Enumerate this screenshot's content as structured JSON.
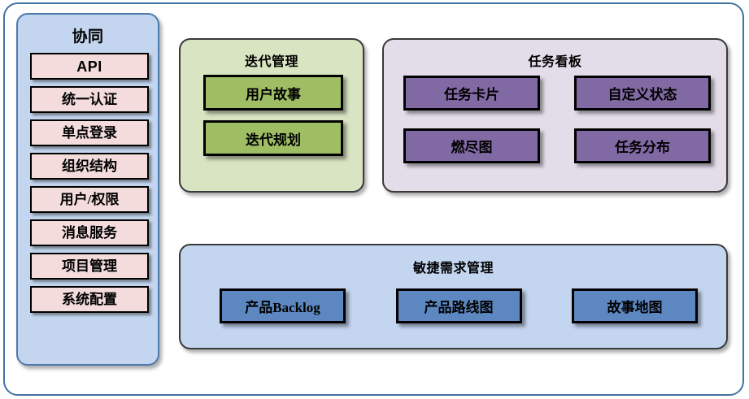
{
  "diagram": {
    "sidebar": {
      "title": "协同",
      "items": [
        {
          "label": "API",
          "style": "api"
        },
        {
          "label": "统一认证",
          "style": "cjk"
        },
        {
          "label": "单点登录",
          "style": "cjk"
        },
        {
          "label": "组织结构",
          "style": "cjk"
        },
        {
          "label": "用户/权限",
          "style": "cjk"
        },
        {
          "label": "消息服务",
          "style": "cjk"
        },
        {
          "label": "项目管理",
          "style": "cjk"
        },
        {
          "label": "系统配置",
          "style": "cjk"
        }
      ]
    },
    "iteration": {
      "title": "迭代管理",
      "items": [
        {
          "label": "用户故事"
        },
        {
          "label": "迭代规划"
        }
      ]
    },
    "taskboard": {
      "title": "任务看板",
      "items": [
        {
          "label": "任务卡片"
        },
        {
          "label": "自定义状态"
        },
        {
          "label": "燃尽图"
        },
        {
          "label": "任务分布"
        }
      ]
    },
    "agile": {
      "title": "敏捷需求管理",
      "items": [
        {
          "label": "产品Backlog"
        },
        {
          "label": "产品路线图"
        },
        {
          "label": "故事地图"
        }
      ]
    },
    "colors": {
      "frame_border": "#4472a3",
      "sidebar_fill": "#c3d5ef",
      "sidebar_border": "#4f7aad",
      "chip_fill": "#f4dcdc",
      "iteration_fill": "#d9e4c2",
      "iteration_box_fill": "#9fbe63",
      "taskboard_fill": "#e3ddea",
      "taskboard_box_fill": "#8169a4",
      "agile_fill": "#c3d5ef",
      "agile_box_fill": "#5c87c0",
      "box_border": "#000000"
    }
  }
}
